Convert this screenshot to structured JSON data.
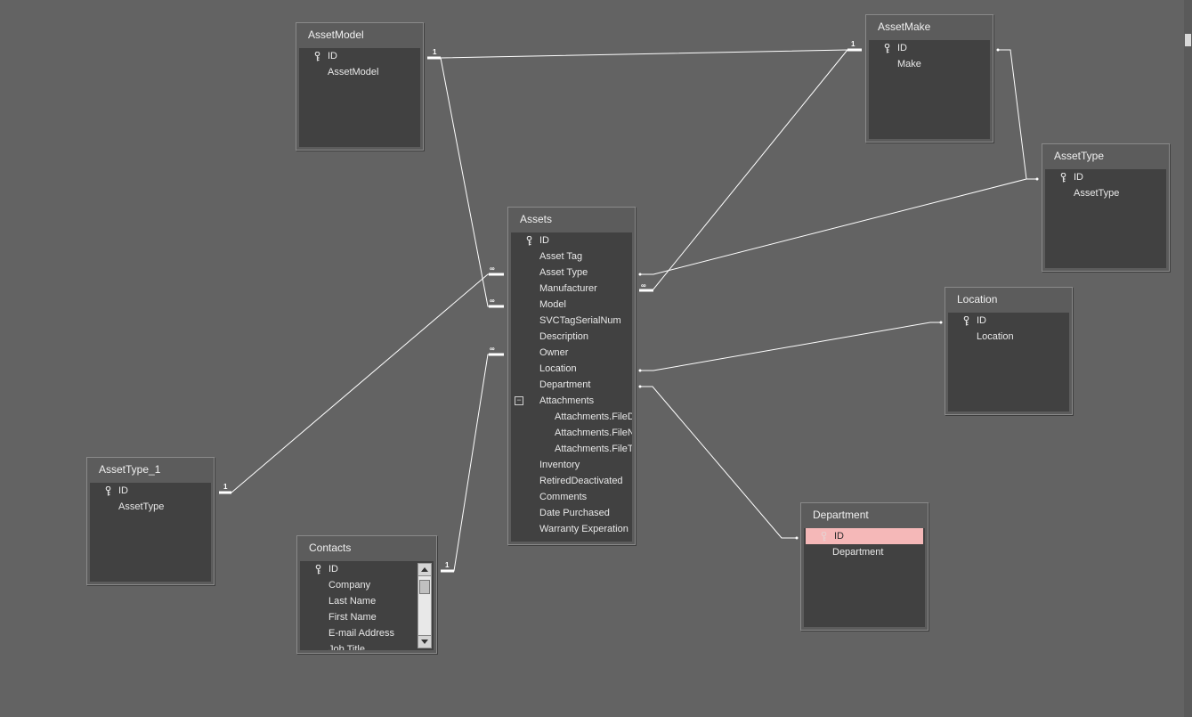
{
  "tables": [
    {
      "id": "assetmodel",
      "title": "AssetModel",
      "fields": [
        {
          "label": "ID",
          "key": true
        },
        {
          "label": "AssetModel"
        }
      ]
    },
    {
      "id": "assetmake",
      "title": "AssetMake",
      "fields": [
        {
          "label": "ID",
          "key": true
        },
        {
          "label": "Make"
        }
      ]
    },
    {
      "id": "assettype",
      "title": "AssetType",
      "fields": [
        {
          "label": "ID",
          "key": true
        },
        {
          "label": "AssetType"
        }
      ]
    },
    {
      "id": "assets",
      "title": "Assets",
      "fields": [
        {
          "label": "ID",
          "key": true
        },
        {
          "label": "Asset Tag"
        },
        {
          "label": "Asset Type"
        },
        {
          "label": "Manufacturer"
        },
        {
          "label": "Model"
        },
        {
          "label": "SVCTagSerialNum"
        },
        {
          "label": "Description"
        },
        {
          "label": "Owner"
        },
        {
          "label": "Location"
        },
        {
          "label": "Department"
        },
        {
          "label": "Attachments",
          "collapse": "−"
        },
        {
          "label": "Attachments.FileD",
          "sub": true
        },
        {
          "label": "Attachments.FileN",
          "sub": true
        },
        {
          "label": "Attachments.FileT",
          "sub": true
        },
        {
          "label": "Inventory"
        },
        {
          "label": "RetiredDeactivated"
        },
        {
          "label": "Comments"
        },
        {
          "label": "Date Purchased"
        },
        {
          "label": "Warranty Experation"
        }
      ]
    },
    {
      "id": "location",
      "title": "Location",
      "fields": [
        {
          "label": "ID",
          "key": true
        },
        {
          "label": "Location"
        }
      ]
    },
    {
      "id": "assettype1",
      "title": "AssetType_1",
      "fields": [
        {
          "label": "ID",
          "key": true
        },
        {
          "label": "AssetType"
        }
      ]
    },
    {
      "id": "contacts",
      "title": "Contacts",
      "fields": [
        {
          "label": "ID",
          "key": true
        },
        {
          "label": "Company"
        },
        {
          "label": "Last Name"
        },
        {
          "label": "First Name"
        },
        {
          "label": "E-mail Address"
        },
        {
          "label": "Job Title"
        }
      ]
    },
    {
      "id": "department",
      "title": "Department",
      "fields": [
        {
          "label": "ID",
          "key": true,
          "selected": true
        },
        {
          "label": "Department"
        }
      ]
    }
  ],
  "relationships": {
    "one_label": "1",
    "many_label": "∞"
  },
  "colors": {
    "canvas": "#636363",
    "table_body": "#414141",
    "selected_row": "#f5b8b8",
    "line": "#ffffff"
  }
}
